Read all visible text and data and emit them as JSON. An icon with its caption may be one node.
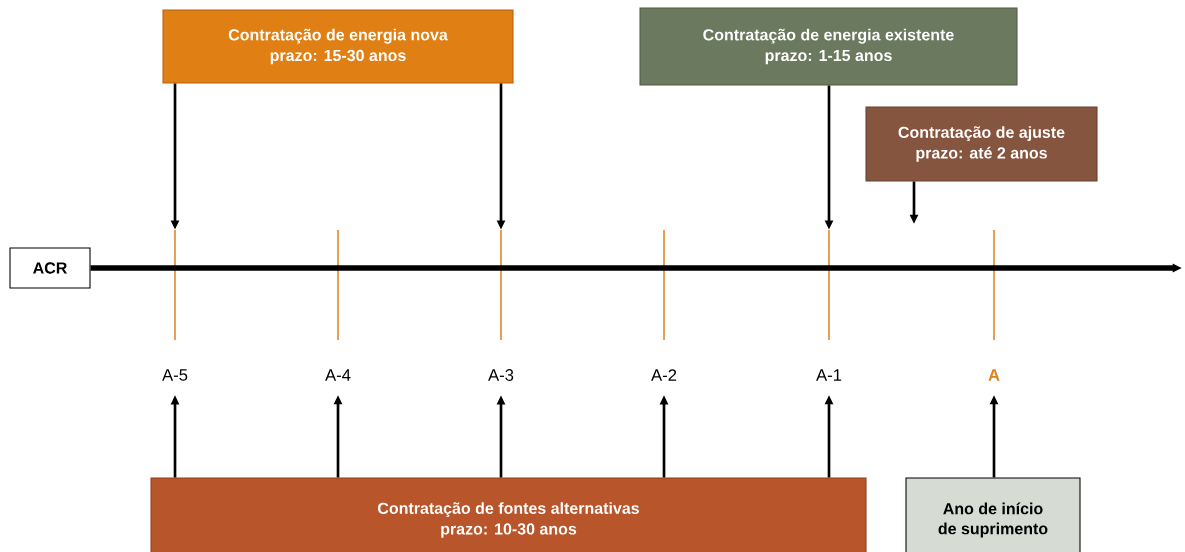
{
  "diagram": {
    "nodes": [
      {
        "text": [
          "ACR"
        ]
      },
      {
        "text": [
          "Contratação de energia nova",
          "prazo: 15-30 anos"
        ]
      },
      {
        "text": [
          "Contratação de energia existente",
          "prazo: 1-15 anos"
        ]
      },
      {
        "text": [
          "Contratação de ajuste",
          "prazo: até 2 anos"
        ]
      },
      {
        "text": [],
        "shape": "bar"
      },
      {
        "text": [],
        "shape": "bar"
      },
      {
        "text": [],
        "shape": "bar"
      },
      {
        "text": [],
        "shape": "bar"
      },
      {
        "text": [],
        "shape": "bar"
      },
      {
        "text": [],
        "shape": "bar"
      },
      {
        "text": [
          "A-5"
        ]
      },
      {
        "text": [
          "A-4"
        ]
      },
      {
        "text": [
          "A-3"
        ]
      },
      {
        "text": [
          "A-2"
        ]
      },
      {
        "text": [
          "A-1"
        ]
      },
      {
        "text": [
          "A"
        ]
      },
      {
        "text": [
          "Contratação de fontes alternativas",
          "prazo: 10-30 anos"
        ]
      },
      {
        "text": [
          "Ano de início",
          "de suprimento"
        ]
      }
    ],
    "edges": [
      {
        "from": 0,
        "to": null,
        "arrow": "to",
        "style": "thick"
      },
      {
        "from": 1,
        "to": 4,
        "arrow": "to"
      },
      {
        "from": 1,
        "to": 6,
        "arrow": "to"
      },
      {
        "from": 2,
        "to": 8,
        "arrow": "to"
      },
      {
        "from": 3,
        "to": null,
        "arrow": "to"
      },
      {
        "from": 16,
        "to": 10,
        "arrow": "to"
      },
      {
        "from": 16,
        "to": 11,
        "arrow": "to"
      },
      {
        "from": 16,
        "to": 12,
        "arrow": "to"
      },
      {
        "from": 16,
        "to": 13,
        "arrow": "to"
      },
      {
        "from": 16,
        "to": 14,
        "arrow": "to"
      },
      {
        "from": 17,
        "to": 15,
        "arrow": "to"
      }
    ]
  }
}
